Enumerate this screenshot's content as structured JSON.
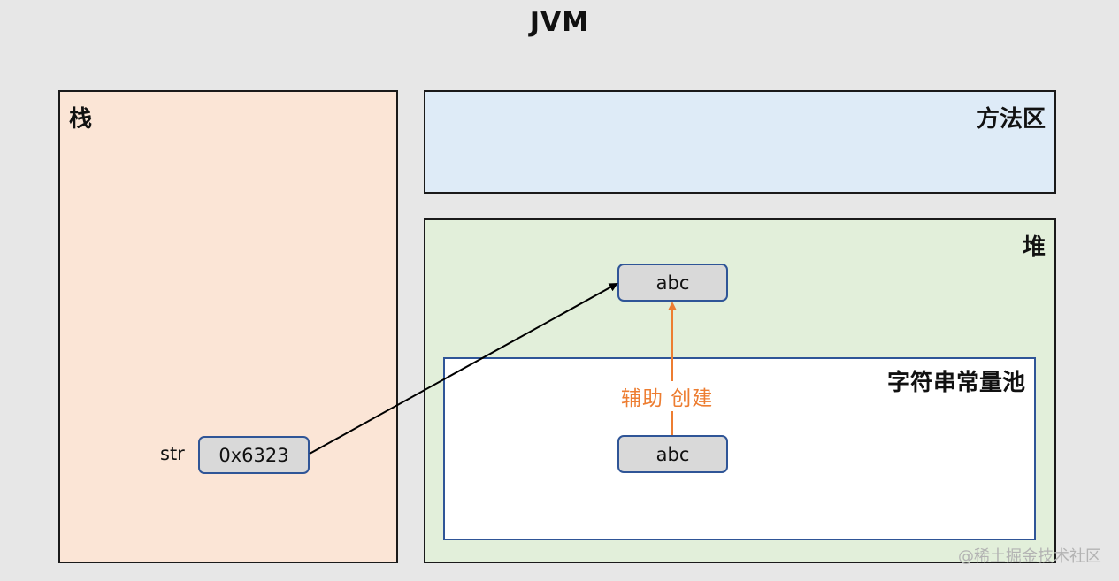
{
  "title": "JVM",
  "regions": {
    "stack": {
      "label": "栈",
      "color": "#fbe5d6"
    },
    "method_area": {
      "label": "方法区",
      "color": "#deebf7"
    },
    "heap": {
      "label": "堆",
      "color": "#e2efda"
    },
    "string_pool": {
      "label": "字符串常量池",
      "color": "#ffffff"
    }
  },
  "stack_var": {
    "name": "str",
    "value": "0x6323"
  },
  "heap_object": {
    "value": "abc"
  },
  "pool_object": {
    "value": "abc"
  },
  "edges": {
    "pool_to_heap_label": "辅助 创建",
    "pool_to_heap_color": "#ed7d31",
    "ref_to_heap_color": "#000000"
  },
  "watermark": "@稀土掘金技术社区"
}
